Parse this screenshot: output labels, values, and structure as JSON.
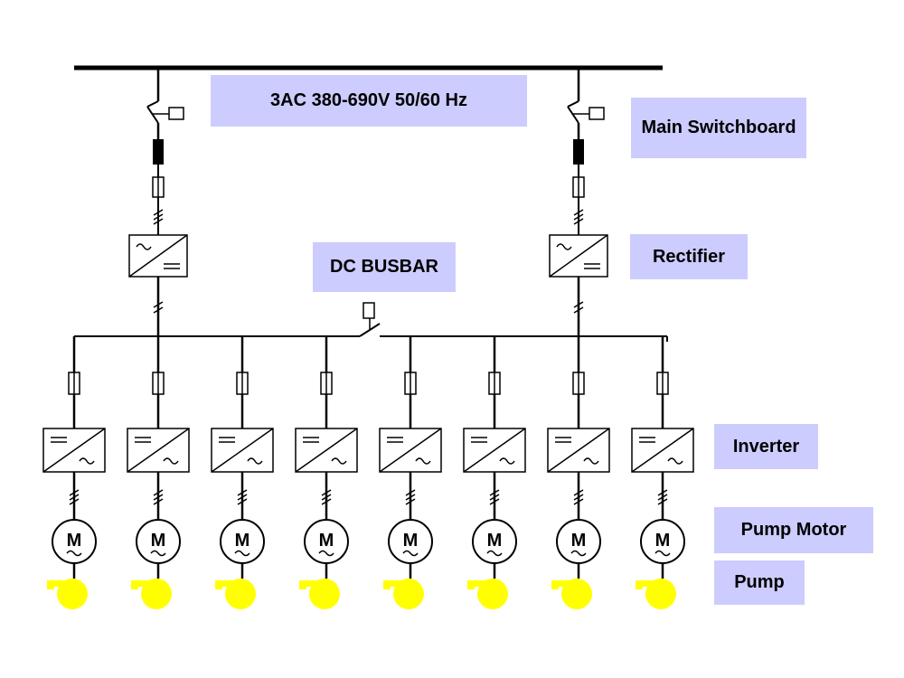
{
  "labels": {
    "supply": "3AC 380-690V 50/60 Hz",
    "main_switchboard": "Main Switchboard",
    "rectifier": "Rectifier",
    "dc_busbar": "DC BUSBAR",
    "inverter": "Inverter",
    "pump_motor": "Pump Motor",
    "pump": "Pump"
  },
  "symbols": {
    "motor_letter": "M"
  },
  "diagram": {
    "feeder_count": 2,
    "drive_count": 8,
    "colors": {
      "label_bg": "#ccccff",
      "pump_fill": "#ffff00",
      "line": "#000000"
    },
    "icons": [
      "switch-icon",
      "reactor-icon",
      "fuse-icon",
      "rectifier-icon",
      "inverter-icon",
      "motor-icon",
      "pump-icon"
    ]
  }
}
